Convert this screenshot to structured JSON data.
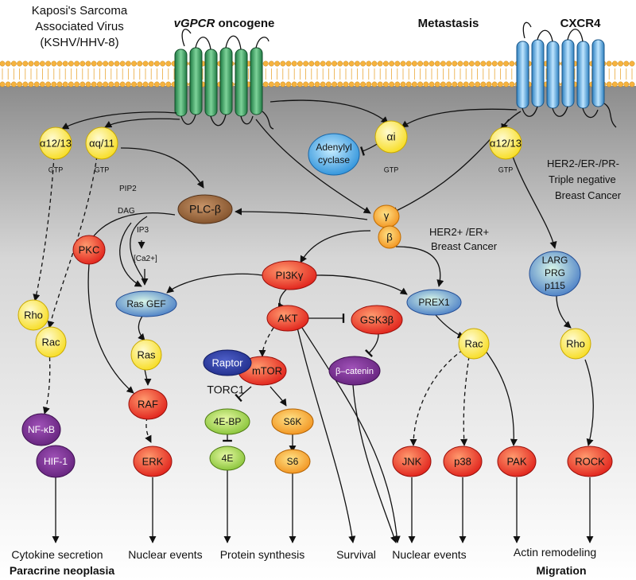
{
  "header": {
    "virus_line1": "Kaposi's Sarcoma",
    "virus_line2": "Associated Virus",
    "virus_line3": "(KSHV/HHV-8)",
    "vgpcr_italic": "vGPCR",
    "vgpcr_rest": " oncogene",
    "metastasis": "Metastasis",
    "cxcr4": "CXCR4"
  },
  "nodes": {
    "a1213_left": "α12/13",
    "aq11": "αq/11",
    "ai": "αi",
    "a1213_right": "α12/13",
    "gtp": "GTP",
    "adenylyl1": "Adenylyl",
    "adenylyl2": "cyclase",
    "plcb": "PLC-β",
    "gamma": "γ",
    "beta": "β",
    "pip2": "PIP2",
    "dag": "DAG",
    "ip3": "IP3",
    "ca": "[Ca2+]",
    "pkc": "PKC",
    "pi3k": "PI3Kγ",
    "rasgef": "Ras GEF",
    "prex1": "PREX1",
    "akt": "AKT",
    "gsk3b": "GSK3β",
    "raptor": "Raptor",
    "mtor": "mTOR",
    "torc1": "TORC1",
    "bcatenin": "β–catenin",
    "rho_left": "Rho",
    "rac_left": "Rac",
    "ras": "Ras",
    "raf": "RAF",
    "erk": "ERK",
    "nfkb": "NF-κB",
    "hif1": "HIF-1",
    "fourebp": "4E-BP",
    "foure": "4E",
    "s6k": "S6K",
    "s6": "S6",
    "rac_mid": "Rac",
    "jnk": "JNK",
    "p38": "p38",
    "pak": "PAK",
    "larg1": "LARG",
    "larg2": "PRG",
    "larg3": "p115",
    "rho_right": "Rho",
    "rock": "ROCK"
  },
  "annotations": {
    "her2pos1": "HER2+ /ER+",
    "her2pos2": "Breast Cancer",
    "tn1": "HER2-/ER-/PR-",
    "tn2": "Triple negative",
    "tn3": "Breast Cancer"
  },
  "outputs": {
    "cytokine": "Cytokine secretion",
    "paracrine": "Paracrine neoplasia",
    "nuclear1": "Nuclear events",
    "protein": "Protein synthesis",
    "survival": "Survival",
    "nuclear2": "Nuclear events",
    "actin": "Actin remodeling",
    "migration": "Migration"
  },
  "colors": {
    "vgpcr": "#2e9e5b",
    "cxcr4": "#4aa3dc",
    "galpha": "#ffe94a",
    "red_node": "#e8322a",
    "blue_node": "#3a6fc2",
    "purple_node": "#7a2c8e",
    "green_node": "#8cc63f",
    "orange_node": "#f39a1e",
    "brown_node": "#8a5a33",
    "membrane": "#f6b33f"
  }
}
